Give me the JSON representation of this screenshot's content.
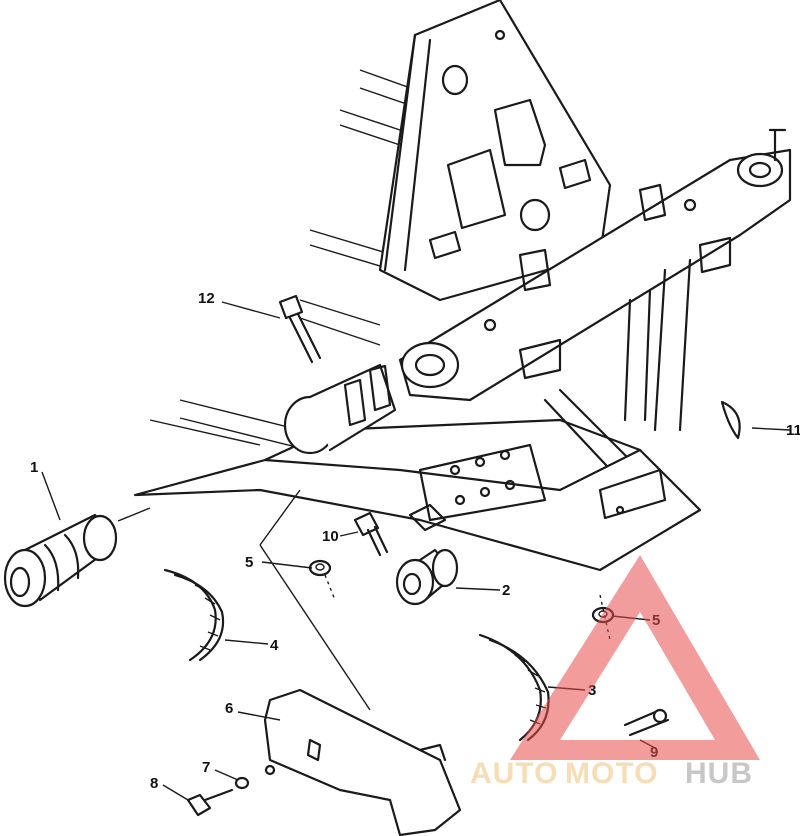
{
  "callouts": {
    "c1": "1",
    "c2": "2",
    "c3": "3",
    "c4": "4",
    "c5a": "5",
    "c5b": "5",
    "c6": "6",
    "c7": "7",
    "c8": "8",
    "c9": "9",
    "c10": "10",
    "c11": "11",
    "c12": "12"
  },
  "watermark": {
    "part1": "AUTO",
    "part2": "MOTO",
    "part3": "HUB",
    "color_light": "#f2c27a",
    "color_dark": "#9a9a9a",
    "color_triangle": "#e84c4c"
  },
  "colors": {
    "line": "#1a1a1a",
    "background": "#ffffff"
  }
}
